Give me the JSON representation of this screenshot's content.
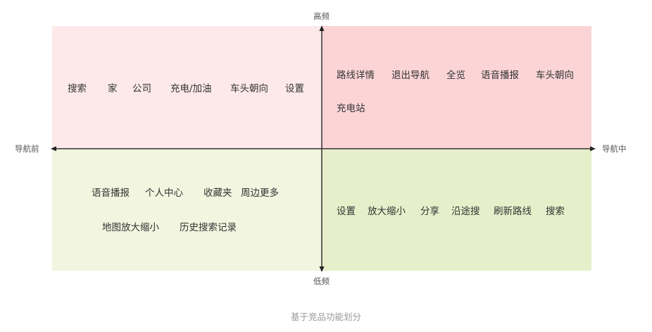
{
  "diagram": {
    "type": "quadrant",
    "axes": {
      "y_top": "高频",
      "y_bottom": "低频",
      "x_left": "导航前",
      "x_right": "导航中"
    },
    "quadrants": {
      "top_left": {
        "name": "高频-导航前",
        "color": "#fde9ea",
        "items": [
          "搜索",
          "家",
          "公司",
          "充电/加油",
          "车头朝向",
          "设置"
        ]
      },
      "top_right": {
        "name": "高频-导航中",
        "color": "#fbd4d6",
        "items": [
          "路线详情",
          "退出导航",
          "全览",
          "语音播报",
          "车头朝向",
          "充电站"
        ]
      },
      "bottom_left": {
        "name": "低频-导航前",
        "color": "#f2f5df",
        "items": [
          "语音播报",
          "个人中心",
          "收藏夹",
          "周边更多",
          "地图放大缩小",
          "历史搜索记录"
        ]
      },
      "bottom_right": {
        "name": "低频-导航中",
        "color": "#e6efca",
        "items": [
          "设置",
          "放大缩小",
          "分享",
          "沿途搜",
          "刷新路线",
          "搜索"
        ]
      }
    },
    "caption": "基于竞品功能划分"
  }
}
